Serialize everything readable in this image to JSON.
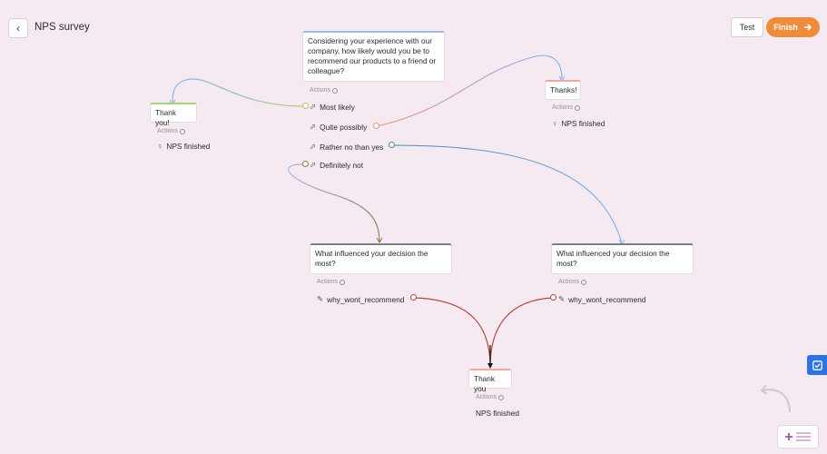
{
  "header": {
    "title": "NPS survey",
    "back_icon": "chevron-left-icon",
    "test_label": "Test",
    "finish_label": "Finish"
  },
  "colors": {
    "canvas": "#f5e9f2",
    "finish": "#ef8c3b",
    "edge_green": "#a8c96a",
    "edge_blue": "#7fb0f0",
    "edge_salmon": "#f09080",
    "edge_teal": "#4a8aa8",
    "edge_olive": "#8a7a44",
    "edge_red": "#b24a3a",
    "edge_black": "#111111"
  },
  "question_node": {
    "text": "Considering your experience with our company, how likely would you be to recommend our products to a friend or colleague?",
    "actions_label": "Actions",
    "options": [
      {
        "label": "Most likely",
        "icon": "cursor-click-icon"
      },
      {
        "label": "Quite possibly",
        "icon": "cursor-click-icon"
      },
      {
        "label": "Rather no than yes",
        "icon": "cursor-click-icon"
      },
      {
        "label": "Definitely not",
        "icon": "cursor-click-icon"
      }
    ]
  },
  "thank_left": {
    "text": "Thank you!",
    "actions_label": "Actions",
    "action": "NPS finished",
    "icon": "trophy-icon"
  },
  "thanks_right": {
    "text": "Thanks!",
    "actions_label": "Actions",
    "action": "NPS finished",
    "icon": "trophy-icon"
  },
  "influence_left": {
    "text": "What influenced your decision the most?",
    "actions_label": "Actions",
    "action": "why_wont_recommend",
    "icon": "pencil-icon"
  },
  "influence_right": {
    "text": "What influenced your decision the most?",
    "actions_label": "Actions",
    "action": "why_wont_recommend",
    "icon": "pencil-icon"
  },
  "thank_bottom": {
    "text": "Thank you",
    "actions_label": "Actions",
    "action": "NPS finished"
  }
}
